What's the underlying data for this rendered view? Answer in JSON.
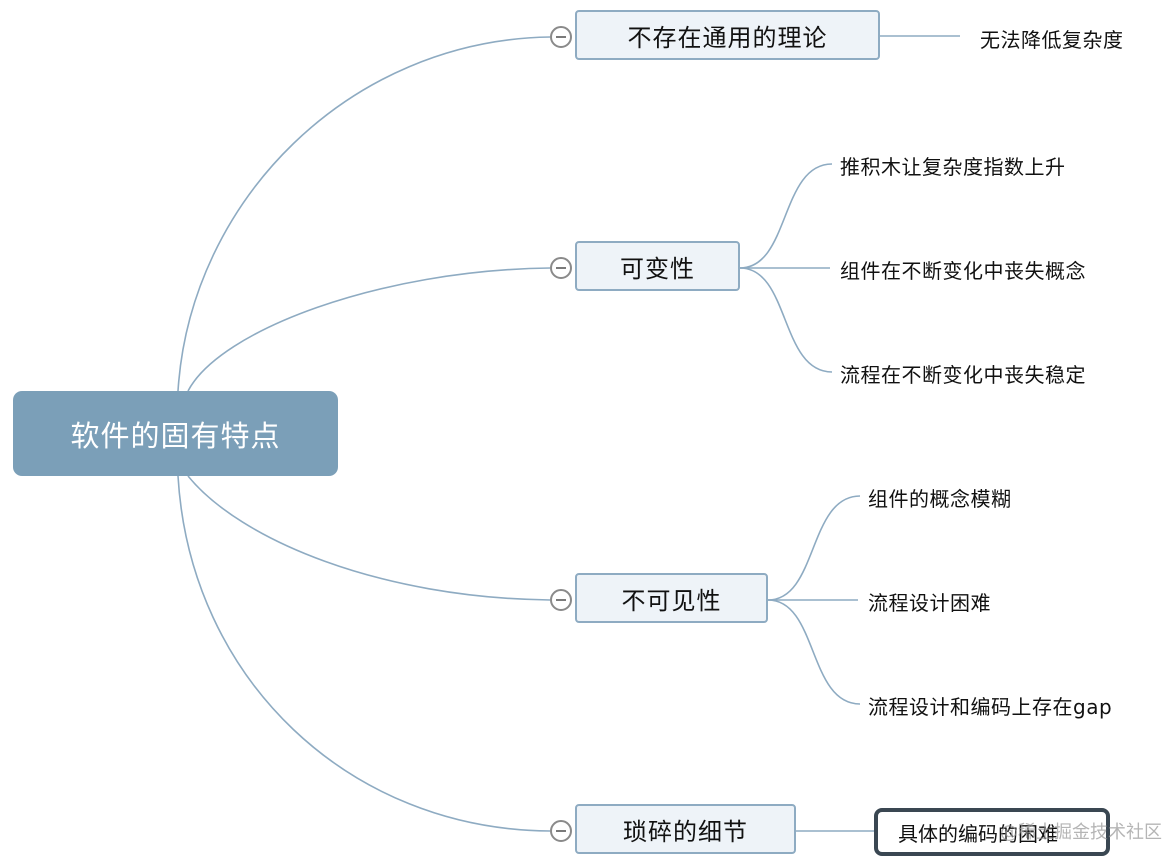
{
  "root": {
    "label": "软件的固有特点"
  },
  "branches": [
    {
      "label": "不存在通用的理论",
      "children": [
        "无法降低复杂度"
      ]
    },
    {
      "label": "可变性",
      "children": [
        "推积木让复杂度指数上升",
        "组件在不断变化中丧失概念",
        "流程在不断变化中丧失稳定"
      ]
    },
    {
      "label": "不可见性",
      "children": [
        "组件的概念模糊",
        "流程设计困难",
        "流程设计和编码上存在gap"
      ]
    },
    {
      "label": "琐碎的细节",
      "children": [
        "具体的编码的困难"
      ]
    }
  ],
  "watermark": "@稀土掘金技术社区",
  "colors": {
    "root_fill": "#7b9fb8",
    "branch_fill": "#eef3f8",
    "branch_border": "#8eabc2",
    "connector": "#8eabc2",
    "selected_border": "#3a4752"
  },
  "icons": {
    "collapse": "minus-circle-icon"
  }
}
